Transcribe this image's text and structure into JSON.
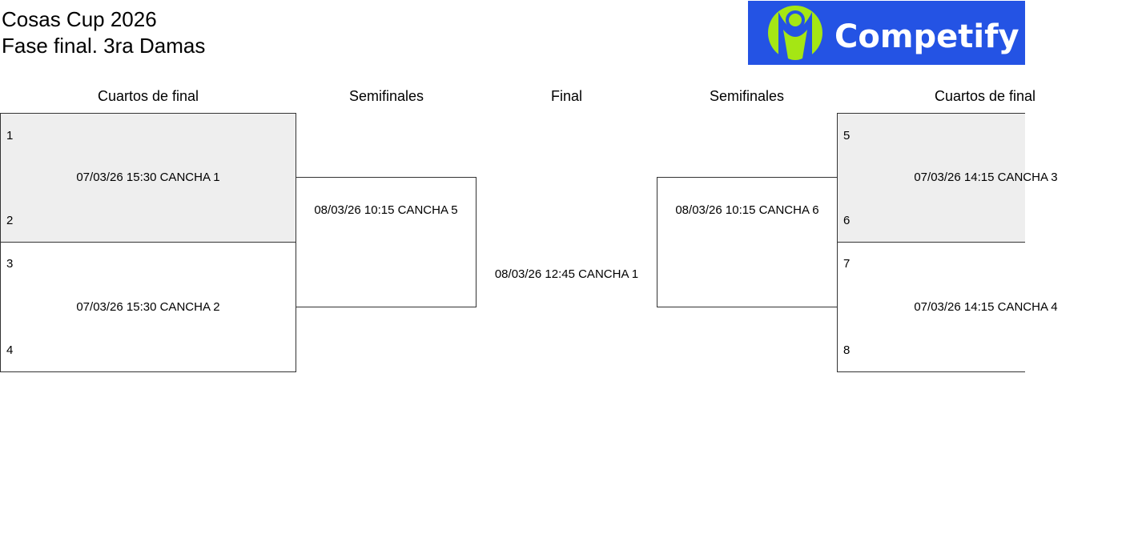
{
  "header": {
    "title_line1": "Cosas Cup 2026",
    "title_line2": "Fase final. 3ra Damas"
  },
  "logo": {
    "text": "Competify",
    "icon": "person-icon",
    "background": "#2453e4",
    "accent": "#a5e614",
    "text_color": "#ffffff"
  },
  "rounds": {
    "left_quarters": "Cuartos de final",
    "left_semis": "Semifinales",
    "final": "Final",
    "right_semis": "Semifinales",
    "right_quarters": "Cuartos de final"
  },
  "matches": {
    "qf1": {
      "seed_top": "1",
      "seed_bottom": "2",
      "info": "07/03/26 15:30 CANCHA 1"
    },
    "qf2": {
      "seed_top": "3",
      "seed_bottom": "4",
      "info": "07/03/26 15:30 CANCHA 2"
    },
    "sf1": {
      "info": "08/03/26 10:15 CANCHA 5"
    },
    "final": {
      "info": "08/03/26 12:45 CANCHA 1"
    },
    "sf2": {
      "info": "08/03/26 10:15 CANCHA 6"
    },
    "qf3": {
      "seed_top": "5",
      "seed_bottom": "6",
      "info": "07/03/26 14:15 CANCHA 3"
    },
    "qf4": {
      "seed_top": "7",
      "seed_bottom": "8",
      "info": "07/03/26 14:15 CANCHA 4"
    }
  },
  "colors": {
    "shaded_match": "#eeeeee",
    "border": "#333333"
  }
}
